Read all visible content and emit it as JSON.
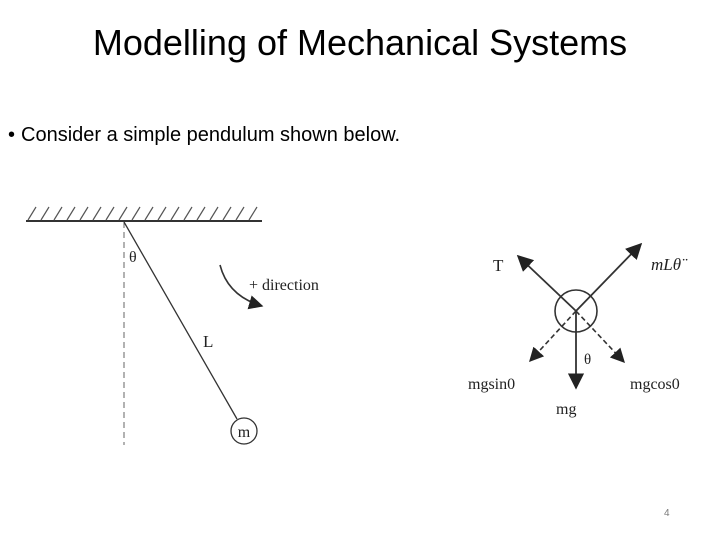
{
  "slide": {
    "title": "Modelling of Mechanical Systems",
    "bullet": "Consider a simple pendulum shown below.",
    "page_number": "4"
  },
  "pendulum_diagram": {
    "angle_label": "θ",
    "direction_label": "+ direction",
    "length_label": "L",
    "mass_label": "m"
  },
  "free_body_diagram": {
    "tension_label": "T",
    "inertia_label": "mLθ̈",
    "angle_label": "θ",
    "mgsin_label": "mgsin0",
    "mgcos_label": "mgcos0",
    "weight_label": "mg"
  }
}
